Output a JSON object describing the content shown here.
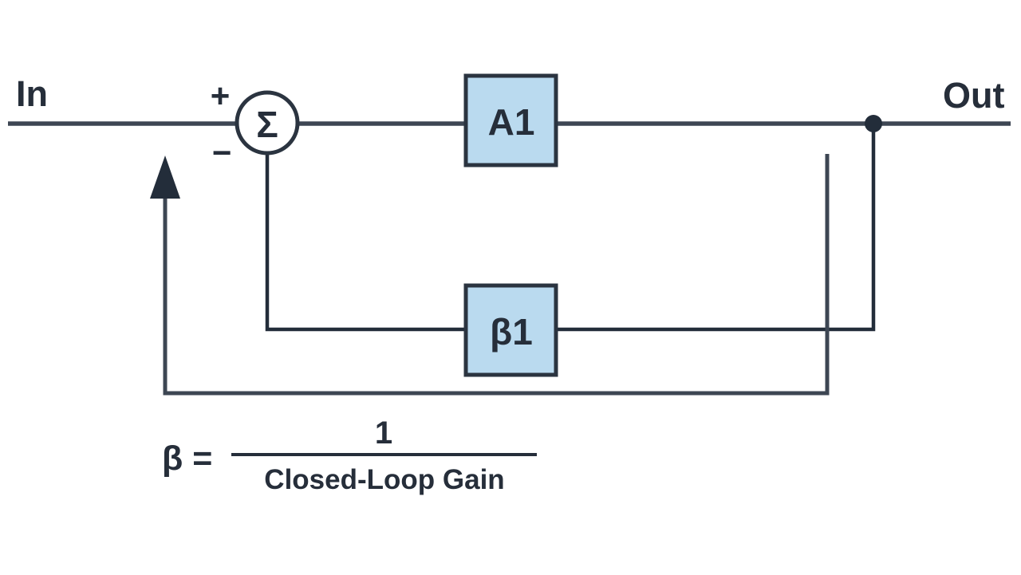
{
  "diagram": {
    "labels": {
      "input": "In",
      "output": "Out",
      "plus": "+",
      "minus": "−",
      "sigma": "Σ",
      "gain_block": "A1",
      "feedback_block": "β1"
    },
    "formula": {
      "lhs": "β =",
      "numerator": "1",
      "denominator": "Closed-Loop Gain"
    },
    "colors": {
      "background": "#ffffff",
      "line": "#3d4653",
      "inner_line": "#232d3a",
      "block_fill": "#badaef",
      "block_border": "#2b3440",
      "text": "#262e3a"
    }
  }
}
